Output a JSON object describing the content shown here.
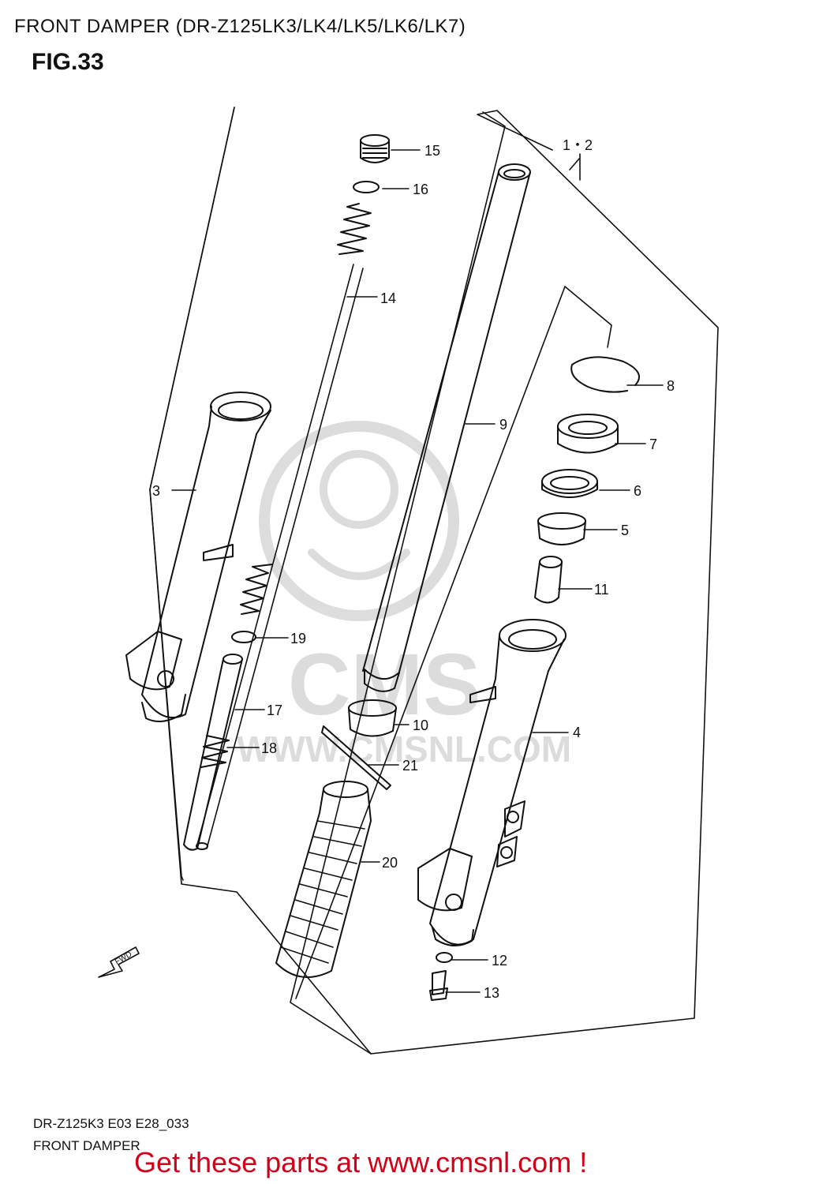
{
  "header": {
    "title": "FRONT DAMPER (DR-Z125LK3/LK4/LK5/LK6/LK7)",
    "figure": "FIG.33"
  },
  "watermark": {
    "brand": "CMS",
    "url": "WWW.CMSNL.COM",
    "color": "#d9d9d9"
  },
  "fwd_label": "FWD",
  "callouts": {
    "c1_2": "1・2",
    "c3": "3",
    "c4": "4",
    "c5": "5",
    "c6": "6",
    "c7": "7",
    "c8": "8",
    "c9": "9",
    "c10": "10",
    "c11": "11",
    "c12": "12",
    "c13": "13",
    "c14": "14",
    "c15": "15",
    "c16": "16",
    "c17": "17",
    "c18": "18",
    "c19": "19",
    "c20": "20",
    "c21": "21"
  },
  "footer": {
    "code": "DR-Z125K3 E03 E28_033",
    "name": "FRONT DAMPER",
    "cta": "Get these parts at www.cmsnl.com !",
    "cta_color": "#d0021b"
  }
}
